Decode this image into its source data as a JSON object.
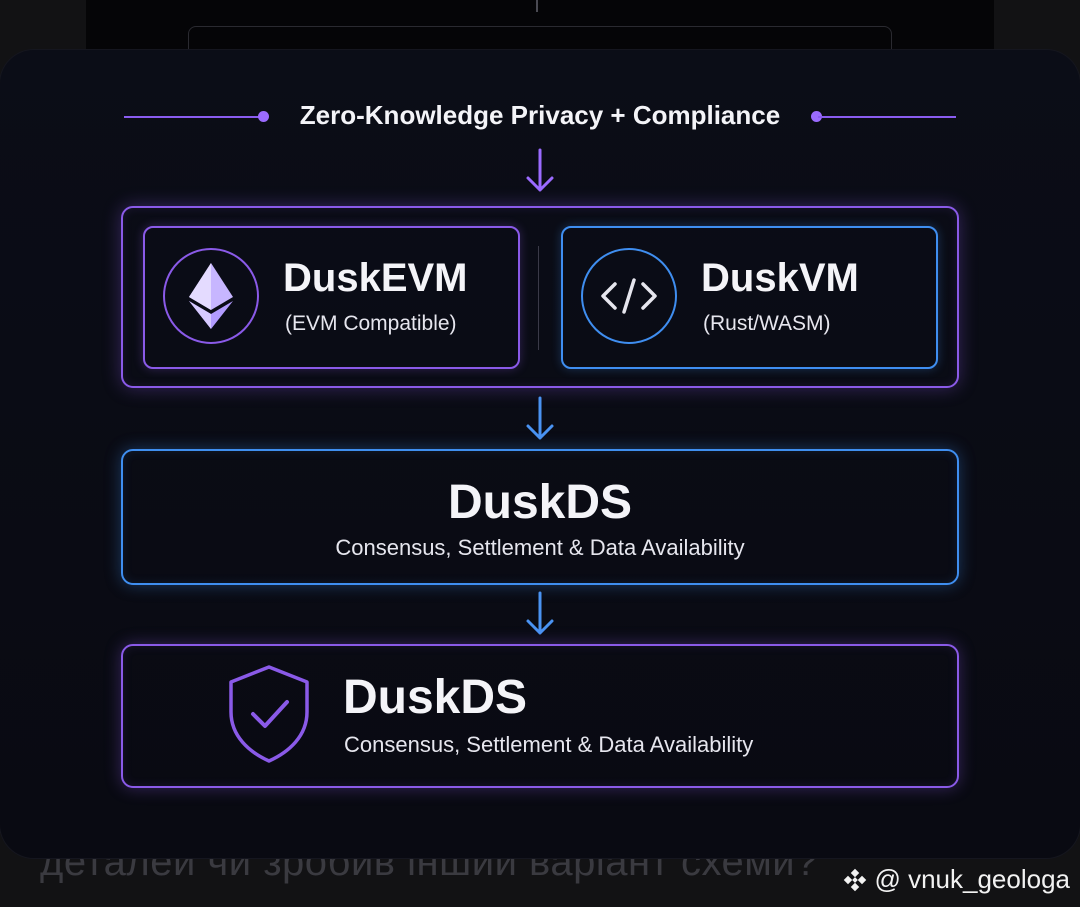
{
  "background": {
    "caption": "деталей чи зробив інший варіант схеми?"
  },
  "watermark": {
    "handle": "@ vnuk_geologa"
  },
  "diagram": {
    "header": {
      "label": "Zero-Knowledge Privacy + Compliance"
    },
    "execution_layer": {
      "left": {
        "title": "DuskEVM",
        "subtitle": "(EVM Compatible)",
        "icon": "ethereum-icon"
      },
      "right": {
        "title": "DuskVM",
        "subtitle": "(Rust/WASM)",
        "icon": "code-icon"
      }
    },
    "settlement_layer": {
      "title": "DuskDS",
      "subtitle": "Consensus, Settlement & Data Availability"
    },
    "base_layer": {
      "title": "DuskDS",
      "subtitle": "Consensus, Settlement & Data Availability",
      "icon": "shield-check-icon"
    }
  },
  "colors": {
    "purple_accent": "#8a5ae8",
    "blue_accent": "#3f8ef0",
    "card_background": "#0b0d17",
    "text_primary": "#f4f4f8"
  }
}
